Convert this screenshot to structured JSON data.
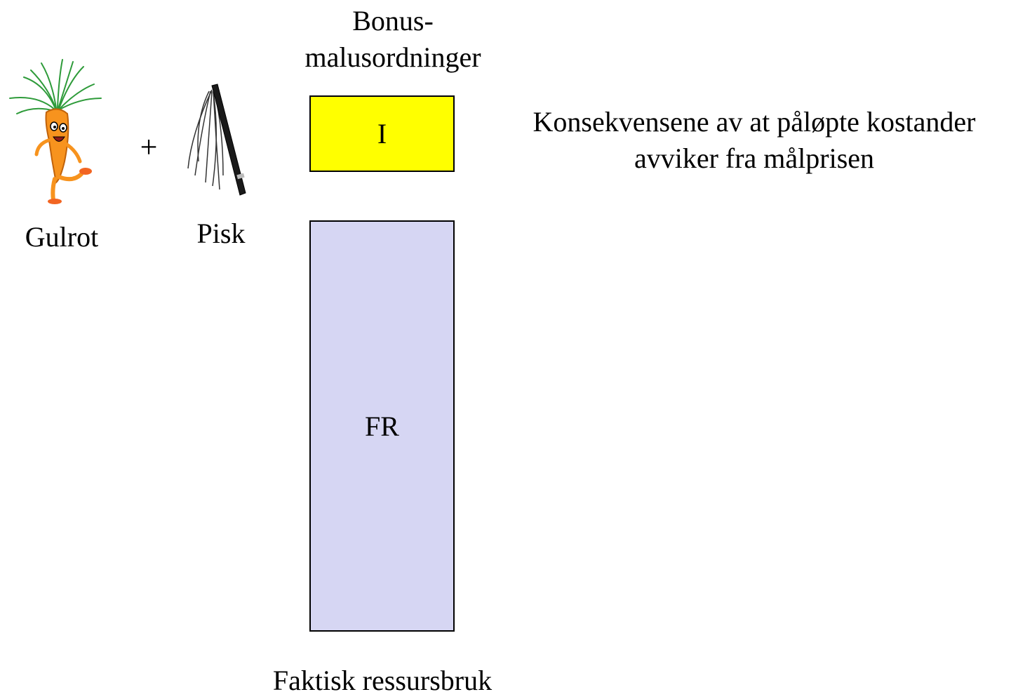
{
  "bonus_title": {
    "line1": "Bonus-",
    "line2": "malusordninger"
  },
  "consequence_text": {
    "line1": "Konsekvensene av at påløpte kostander",
    "line2": "avviker fra målprisen"
  },
  "incentive_box": {
    "label": "I",
    "color": "#ffff00"
  },
  "resource_box": {
    "label": "FR",
    "color": "#d6d6f3"
  },
  "bottom_label": "Faktisk ressursbruk",
  "carrot": {
    "label": "Gulrot",
    "icon": "carrot-icon"
  },
  "whip": {
    "label": "Pisk",
    "icon": "whip-icon"
  },
  "plus": "+"
}
